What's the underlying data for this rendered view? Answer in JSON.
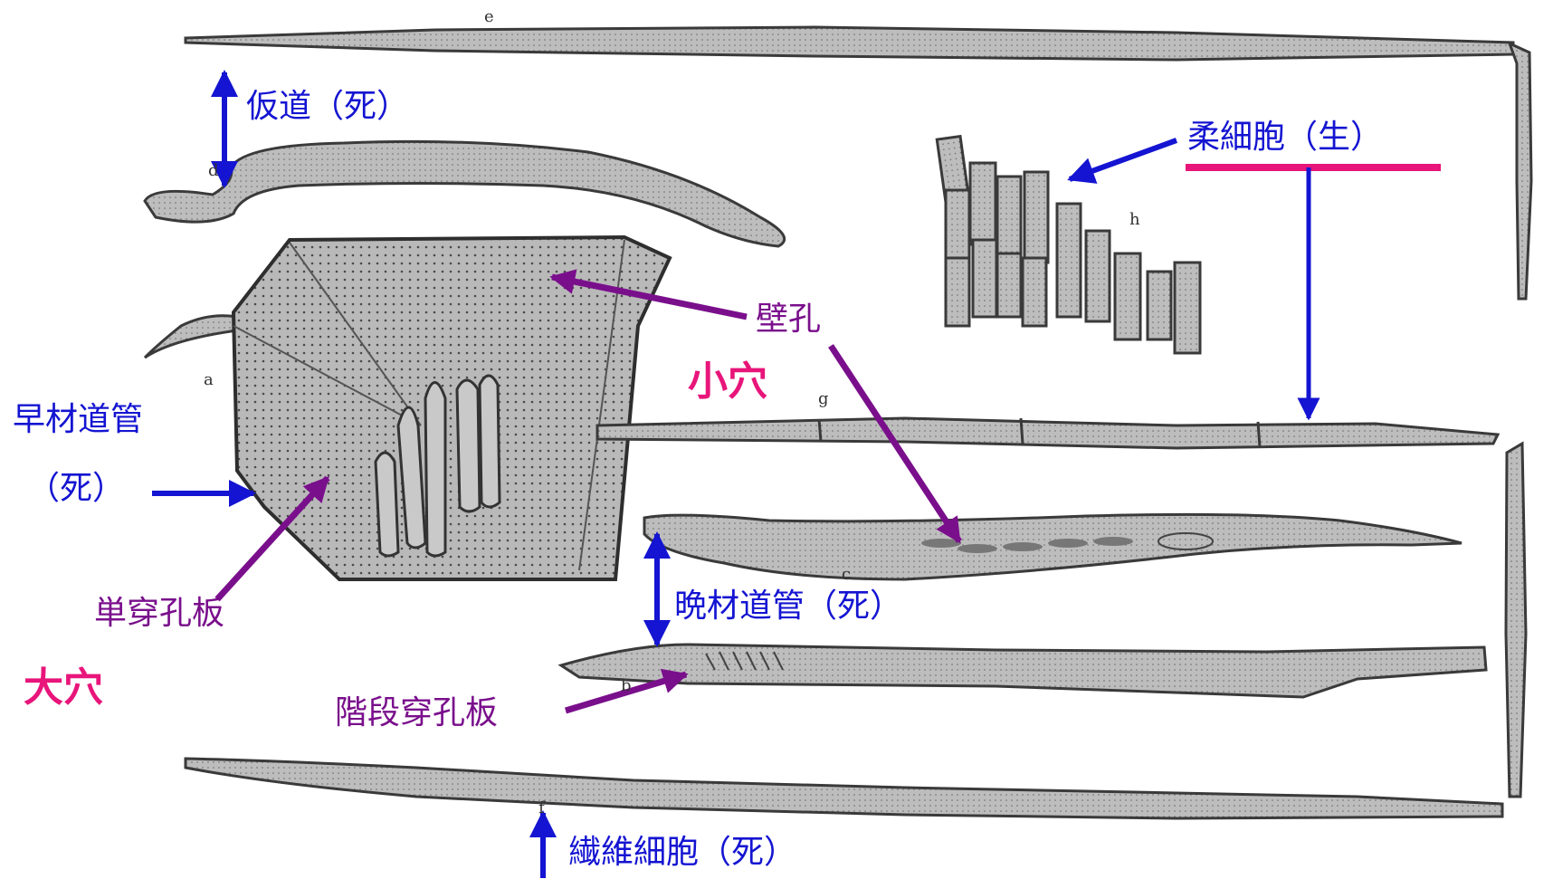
{
  "labels": {
    "tracheid": "仮道（死）",
    "early_vessel_line1": "早材道管",
    "early_vessel_line2": "（死）",
    "simple_perforation": "単穿孔板",
    "large_hole": "大穴",
    "pit": "壁孔",
    "small_hole": "小穴",
    "late_vessel": "晩材道管（死）",
    "scalariform_perforation": "階段穿孔板",
    "fiber": "繊維細胞（死）",
    "parenchyma": "柔細胞（生）"
  },
  "figure_letters": {
    "e": "e",
    "d": "d",
    "a": "a",
    "g": "g",
    "h": "h",
    "c": "c",
    "b": "b",
    "f": "f"
  },
  "colors": {
    "label_blue": "#1414d2",
    "label_purple": "#7a0f8c",
    "label_pink": "#e8157a",
    "cell_fill": "#b7b7b7",
    "cell_outline": "#3a3a3a"
  }
}
